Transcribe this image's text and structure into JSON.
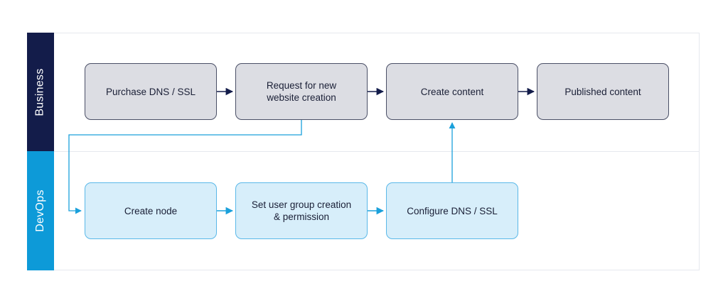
{
  "lanes": {
    "business": {
      "label": "Business",
      "color": "#131c4a"
    },
    "devops": {
      "label": "DevOps",
      "color": "#0d9ad8"
    }
  },
  "nodes": {
    "purchase_dns": "Purchase DNS / SSL",
    "request_site": "Request for new website creation",
    "create_content": "Create content",
    "published_content": "Published content",
    "create_node": "Create node",
    "set_user_group": "Set user group creation & permission",
    "configure_dns": "Configure DNS / SSL"
  },
  "edges": [
    {
      "from": "purchase_dns",
      "to": "request_site",
      "color": "#131c4a"
    },
    {
      "from": "request_site",
      "to": "create_content",
      "color": "#131c4a"
    },
    {
      "from": "create_content",
      "to": "published_content",
      "color": "#131c4a"
    },
    {
      "from": "request_site",
      "to": "create_node",
      "color": "#1aa0db"
    },
    {
      "from": "create_node",
      "to": "set_user_group",
      "color": "#1aa0db"
    },
    {
      "from": "set_user_group",
      "to": "configure_dns",
      "color": "#1aa0db"
    },
    {
      "from": "configure_dns",
      "to": "create_content",
      "color": "#1aa0db"
    }
  ]
}
